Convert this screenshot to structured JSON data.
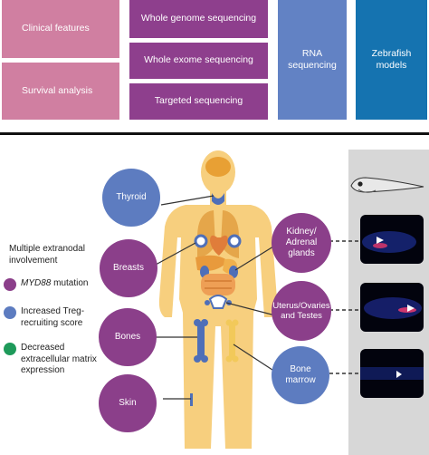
{
  "top_boxes": {
    "clinical": "Clinical features",
    "survival": "Survival analysis",
    "wgs": "Whole genome sequencing",
    "wes": "Whole exome sequencing",
    "targeted": "Targeted sequencing",
    "rna": "RNA sequencing",
    "zebrafish": "Zebrafish models"
  },
  "organs": {
    "thyroid": "Thyroid",
    "breasts": "Breasts",
    "bones": "Bones",
    "skin": "Skin",
    "kidney": "Kidney/ Adrenal glands",
    "uterus": "Uterus/Ovaries and Testes",
    "marrow": "Bone marrow"
  },
  "legend": {
    "title": "Multiple extranodal involvement",
    "items": [
      {
        "gene": "MYD88",
        "text": " mutation",
        "color": "#8b3f8a"
      },
      {
        "gene": "",
        "text": "Increased Treg-recruiting score",
        "color": "#5d7cc0"
      },
      {
        "gene": "",
        "text": "Decreased extracellular matrix expression",
        "color": "#1e9a5a"
      }
    ]
  },
  "colors": {
    "pink": "#d07fa1",
    "purple": "#8e3f8d",
    "blue": "#6282c4",
    "dark_blue": "#1573b0",
    "body": "#f7cf7e",
    "bone": "#f2c95a",
    "lung": "#e5a64a"
  }
}
